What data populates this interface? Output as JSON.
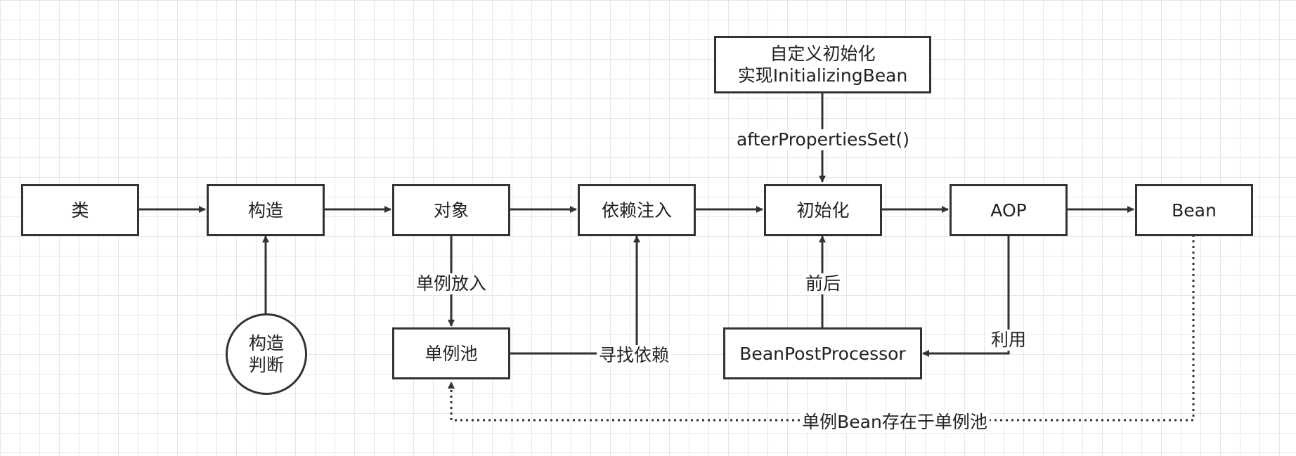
{
  "nodes": {
    "class": "类",
    "construct": "构造",
    "object": "对象",
    "dependency_injection": "依赖注入",
    "initialize": "初始化",
    "aop": "AOP",
    "bean": "Bean",
    "construct_judge_line1": "构造",
    "construct_judge_line2": "判断",
    "singleton_pool": "单例池",
    "custom_init_line1": "自定义初始化",
    "custom_init_line2": "实现InitializingBean",
    "bean_post_processor": "BeanPostProcessor"
  },
  "edge_labels": {
    "singleton_put": "单例放入",
    "find_dependency": "寻找依赖",
    "after_properties_set": "afterPropertiesSet()",
    "before_after": "前后",
    "use": "利用",
    "singleton_bean_in_pool": "单例Bean存在于单例池"
  },
  "colors": {
    "stroke": "#333333",
    "text": "#222222",
    "grid": "#e6e6e6",
    "background": "#ffffff"
  }
}
